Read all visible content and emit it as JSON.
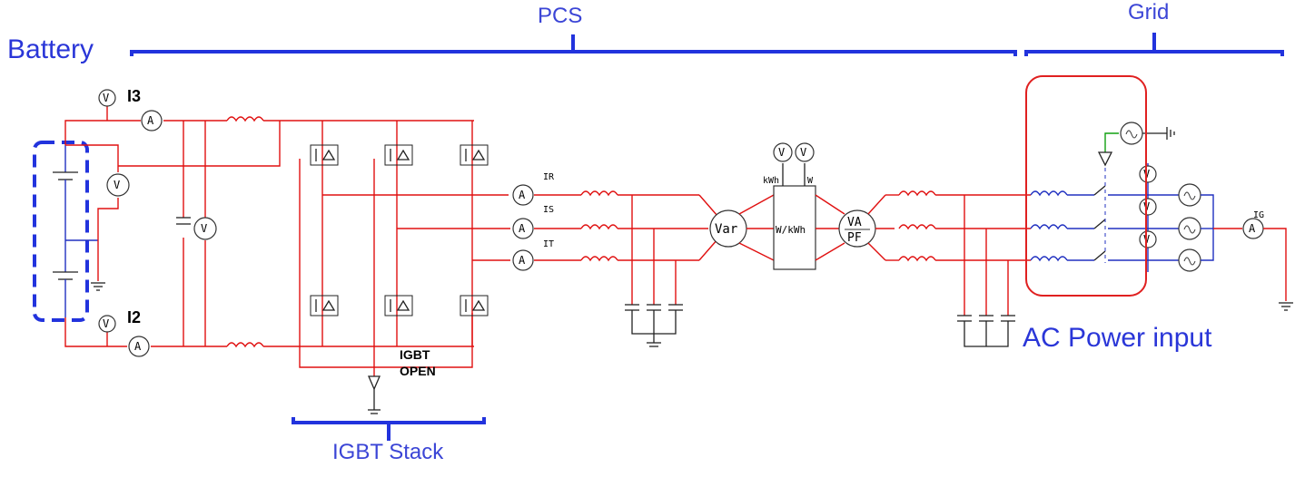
{
  "labels": {
    "battery": "Battery",
    "pcs": "PCS",
    "grid": "Grid",
    "i3": "I3",
    "i2": "I2",
    "igbt_open": "IGBT\nOPEN",
    "igbt_stack": "IGBT Stack",
    "ac_power_input": "AC Power input"
  },
  "signals": {
    "ir": "IR",
    "is": "IS",
    "it": "IT",
    "ig": "IG",
    "kwh": "kWh",
    "w": "W"
  },
  "meters": {
    "voltmeter": "V",
    "ammeter": "A",
    "var_meter": "Var",
    "power_meter": "W/kWh",
    "va": "VA",
    "pf": "PF"
  },
  "colors": {
    "label_blue": "#2a36d8",
    "wire_red": "#e01010",
    "wire_blue": "#2030c0",
    "highlight_red": "#e02020"
  }
}
